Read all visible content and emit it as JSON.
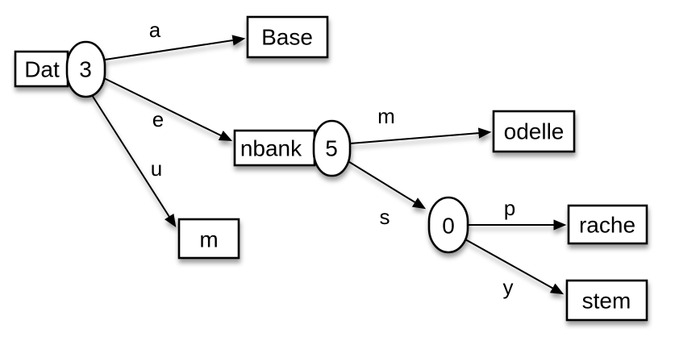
{
  "diagram": {
    "kind": "trie-diagram",
    "colors": {
      "background": "#ffffff",
      "node_fill": "#ffffff",
      "stroke": "#000000",
      "text": "#000000",
      "shadow": "rgba(0,0,0,0.38)"
    },
    "nodes": {
      "dat": {
        "label": "Dat",
        "count": "3"
      },
      "base": {
        "label": "Base"
      },
      "nbank": {
        "label": "nbank",
        "count": "5"
      },
      "odelle": {
        "label": "odelle"
      },
      "m": {
        "label": "m"
      },
      "zero": {
        "count": "0"
      },
      "rache": {
        "label": "rache"
      },
      "stem": {
        "label": "stem"
      }
    },
    "edges": {
      "dat_base": {
        "label": "a"
      },
      "dat_nbank": {
        "label": "e"
      },
      "dat_m": {
        "label": "u"
      },
      "nbank_odelle": {
        "label": "m"
      },
      "nbank_zero": {
        "label": "s"
      },
      "zero_rache": {
        "label": "p"
      },
      "zero_stem": {
        "label": "y"
      }
    }
  }
}
